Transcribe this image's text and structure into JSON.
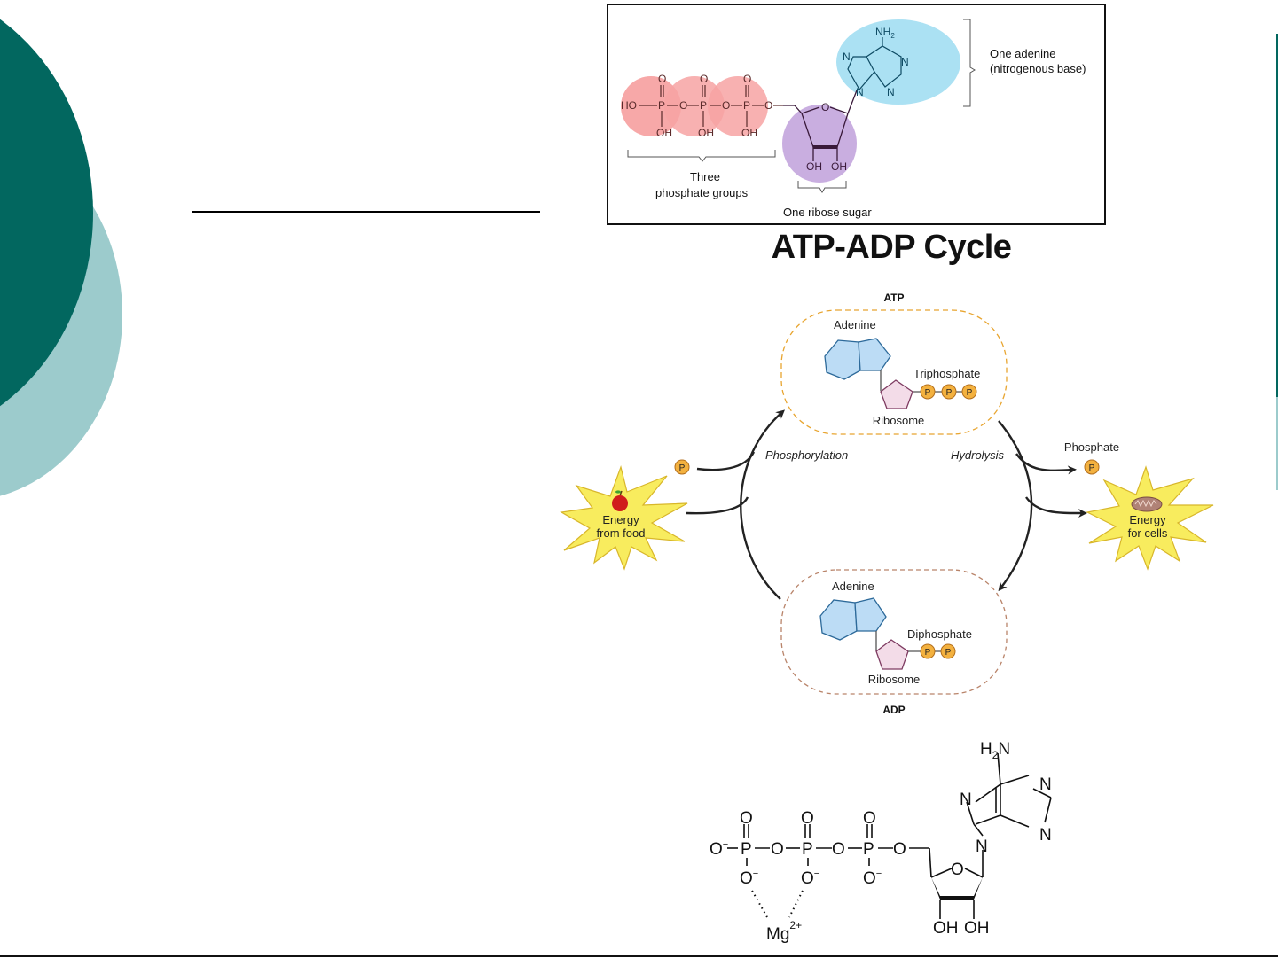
{
  "slide": {
    "theme_colors": {
      "dark_teal": "#02675f",
      "light_teal": "#9ccbcc"
    }
  },
  "atp_structure_labeled": {
    "phosphate_group_labels": {
      "oxygen_top": "O",
      "ho": "HO",
      "p": "P",
      "o": "O",
      "oh": "OH"
    },
    "amine": "NH",
    "amine_sub": "2",
    "ring_n": "N",
    "ring_o": "O",
    "sugar_oh": "OH",
    "label_phosphates_line1": "Three",
    "label_phosphates_line2": "phosphate groups",
    "label_ribose": "One ribose sugar",
    "label_adenine_line1": "One adenine",
    "label_adenine_line2": "(nitrogenous base)",
    "colors": {
      "phosphate": "#f7a3a3",
      "phosphate_overlap": "#f37a7a",
      "ribose": "#c9aee0",
      "adenine": "#abe1f3"
    }
  },
  "cycle": {
    "title": "ATP-ADP Cycle",
    "atp": {
      "heading": "ATP",
      "adenine": "Adenine",
      "phosphate_label": "Triphosphate",
      "sugar": "Ribosome",
      "phosphates": [
        "P",
        "P",
        "P"
      ],
      "border_color": "#e8a530"
    },
    "adp": {
      "heading": "ADP",
      "adenine": "Adenine",
      "phosphate_label": "Diphosphate",
      "sugar": "Ribosome",
      "phosphates": [
        "P",
        "P"
      ],
      "border_color": "#b9846a"
    },
    "left_process": "Phosphorylation",
    "right_process": "Hydrolysis",
    "input_phosphate": "P",
    "output_phosphate_label": "Phosphate",
    "output_phosphate": "P",
    "energy_in": {
      "line1": "Energy",
      "line2": "from food",
      "icon": "apple-icon"
    },
    "energy_out": {
      "line1": "Energy",
      "line2": "for cells",
      "icon": "mitochondrion-icon"
    },
    "colors": {
      "adenine_fill": "#bcdcf5",
      "adenine_stroke": "#2d6a9a",
      "sugar_fill": "#f3dce8",
      "sugar_stroke": "#7e3b61",
      "phosphate_fill": "#f3b13f",
      "phosphate_stroke": "#b36f1d",
      "burst_fill": "#f8ec5e",
      "burst_stroke": "#d8b62a"
    }
  },
  "atp_mg_structure": {
    "o": "O",
    "o_minus": "O",
    "minus": "−",
    "p": "P",
    "mg": "Mg",
    "mg_charge": "2+",
    "n": "N",
    "oh": "OH",
    "amine": "H",
    "amine_sub": "2",
    "amine_n": "N"
  }
}
